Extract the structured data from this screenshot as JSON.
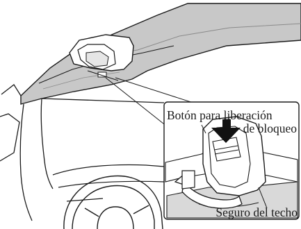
{
  "labels": {
    "release_button_line1": "Botón para liberación",
    "release_button_line2": "de bloqueo",
    "roof_lock": "Seguro del techo"
  },
  "colors": {
    "line": "#1a1a1a",
    "roof_shade": "#c8c8c8",
    "cowl_shade": "#d9d9d9",
    "button_fill": "#111111"
  }
}
